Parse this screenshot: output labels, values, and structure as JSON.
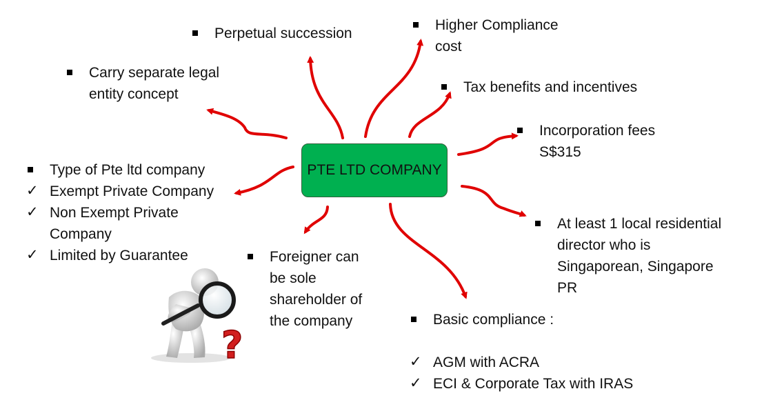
{
  "center": {
    "label": "PTE LTD COMPANY"
  },
  "points": {
    "perpetual": [
      "Perpetual succession"
    ],
    "compliance_cost": [
      "Higher Compliance",
      "cost"
    ],
    "legal_entity": [
      "Carry separate legal",
      "entity concept"
    ],
    "tax": [
      "Tax benefits and incentives"
    ],
    "fees": [
      "Incorporation fees",
      "S$315"
    ],
    "types": {
      "heading": "Type of Pte ltd company",
      "items": [
        "Exempt Private Company",
        "Non Exempt Private",
        "Company",
        "Limited by Guarantee"
      ]
    },
    "director": [
      "At least 1 local residential",
      "director who is",
      "Singaporean, Singapore",
      "PR"
    ],
    "foreigner": [
      "Foreigner can",
      "be sole",
      "shareholder of",
      "the company"
    ],
    "basic": {
      "heading": "Basic compliance :",
      "items": [
        "AGM with ACRA",
        "ECI & Corporate Tax with IRAS"
      ]
    }
  },
  "figure": {
    "question_mark": "?"
  },
  "colors": {
    "box": "#00b050",
    "arrow": "#e00000"
  }
}
